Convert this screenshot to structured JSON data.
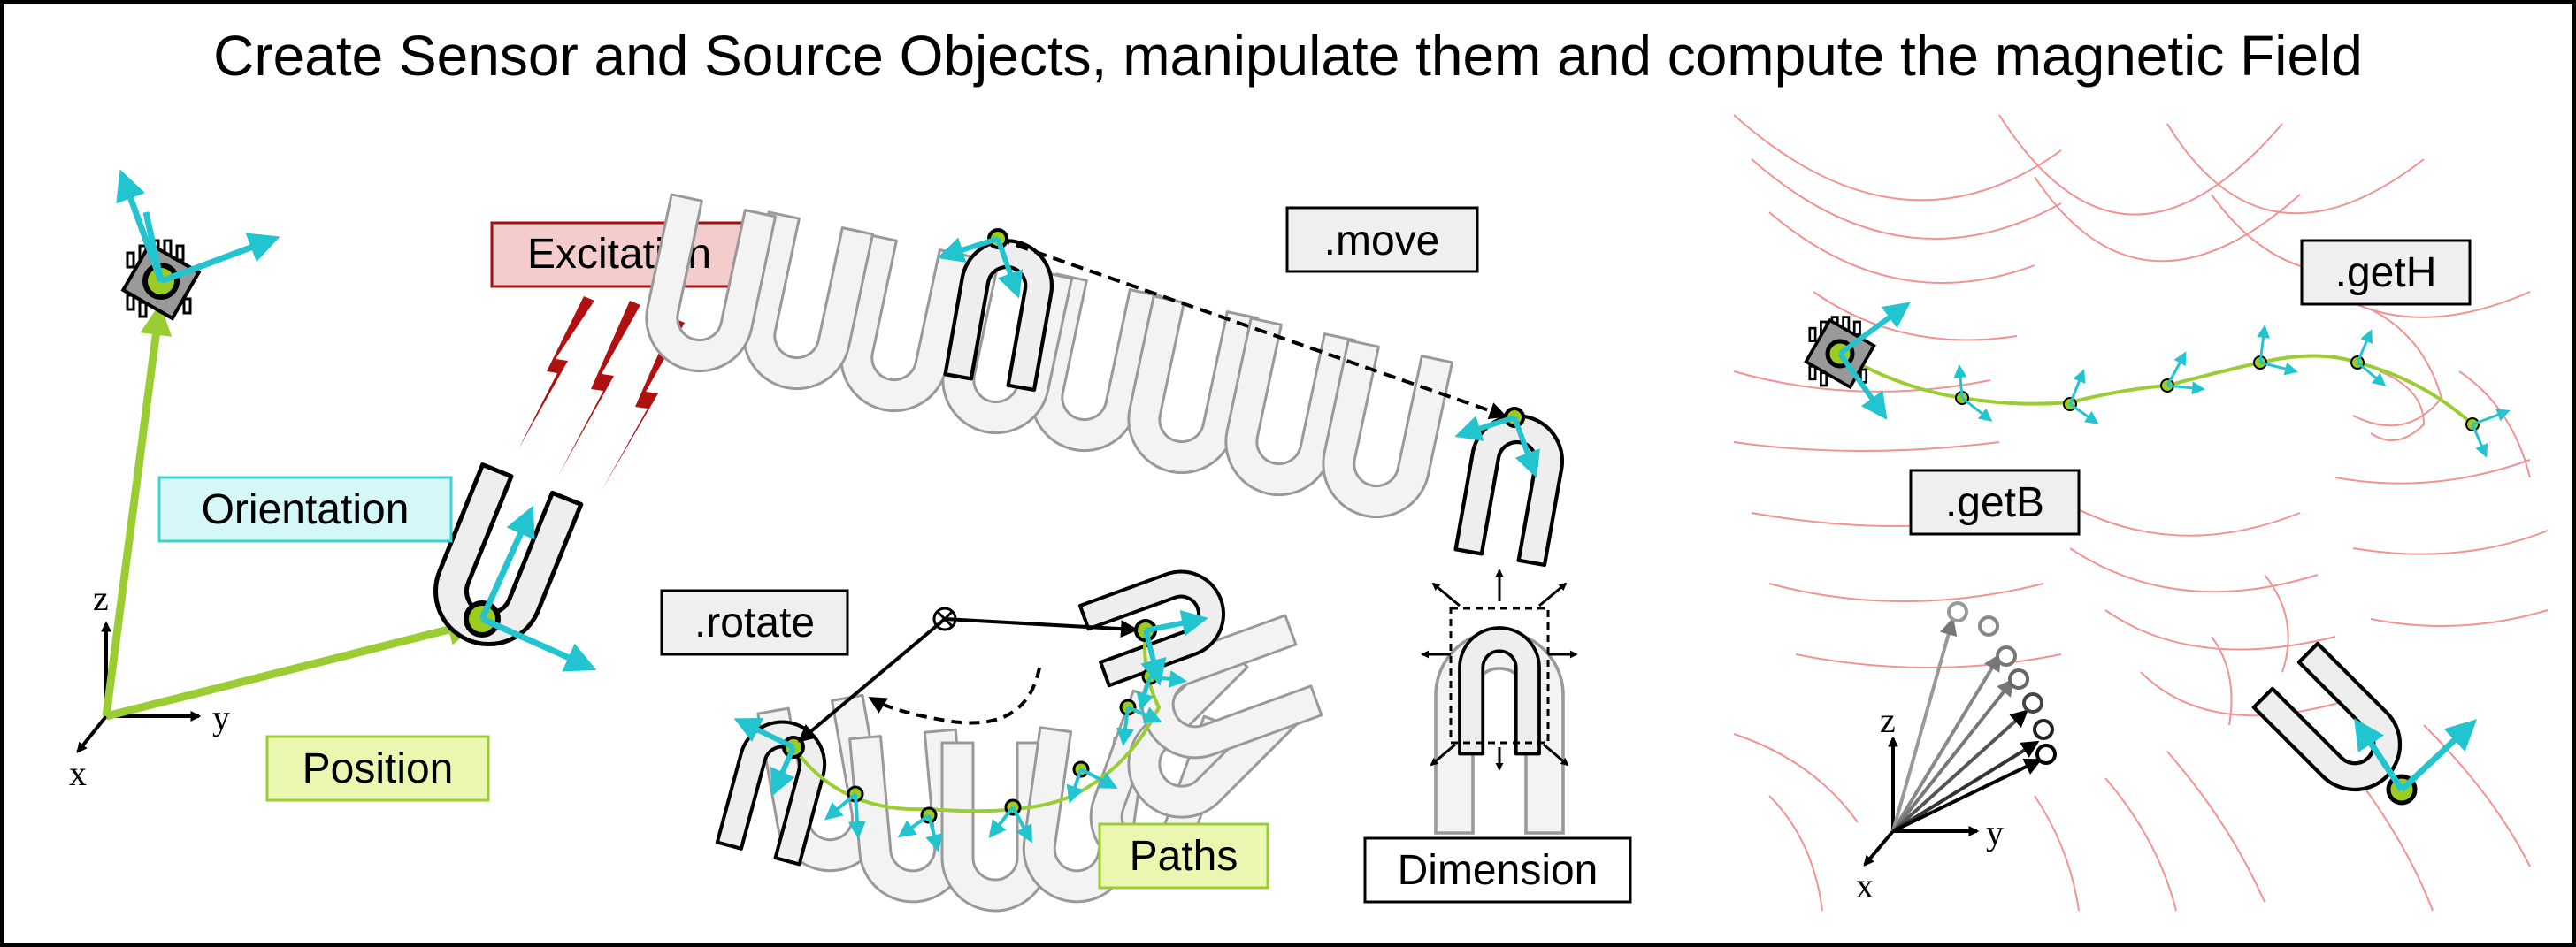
{
  "title": "Create Sensor and Source Objects, manipulate them and compute the magnetic Field",
  "labels": {
    "excitation": "Excitation",
    "orientation": "Orientation",
    "position": "Position",
    "move": ".move",
    "rotate": ".rotate",
    "paths": "Paths",
    "dimension": "Dimension",
    "getH": ".getH",
    "getB": ".getB"
  },
  "axes": {
    "x": "x",
    "y": "y",
    "z": "z"
  },
  "colors": {
    "cyan": "#22c4d0",
    "lime": "#9acd32",
    "dot": "#9ccc1f",
    "excitation_fill": "#f4cccc",
    "excitation_stroke": "#a01010",
    "orientation_fill": "#d6f7f7",
    "orientation_stroke": "#40d0d0",
    "position_fill": "#eaf7b0",
    "position_stroke": "#9acd32",
    "gray_box": "#efefef",
    "field_lines": "#f08080",
    "lightning": "#b01010"
  }
}
